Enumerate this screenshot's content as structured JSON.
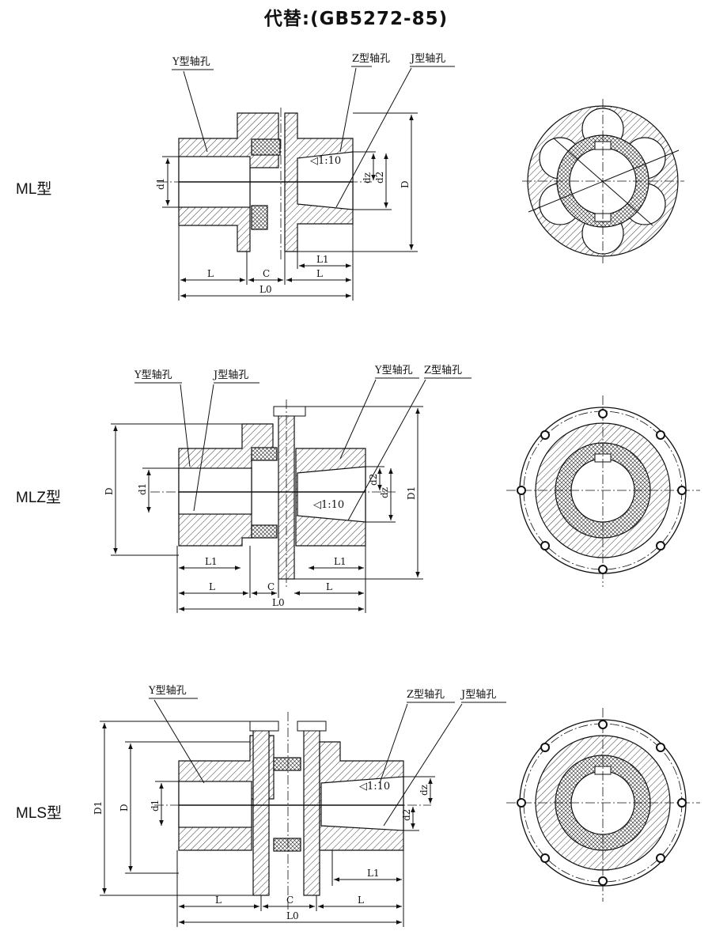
{
  "title": "代替:(GB5272-85)",
  "sections": [
    {
      "type_label": "ML型",
      "callouts": [
        "Y型轴孔",
        "Z型轴孔",
        "J型轴孔"
      ],
      "taper": "◁1:10",
      "dims": {
        "L_left": "L",
        "C": "C",
        "L_right": "L",
        "L0": "L0",
        "L1": "L1",
        "D": "D",
        "d1": "d1",
        "dz": "dz",
        "d2": "d2"
      }
    },
    {
      "type_label": "MLZ型",
      "callouts": [
        "Y型轴孔",
        "J型轴孔",
        "Y型轴孔",
        "Z型轴孔"
      ],
      "taper": "◁1:10",
      "dims": {
        "L1_left": "L1",
        "L1_right": "L1",
        "L_left": "L",
        "C": "C",
        "L_right": "L",
        "L0": "L0",
        "D": "D",
        "d1": "d1",
        "d2": "d2",
        "dz": "dz",
        "D1": "D1"
      }
    },
    {
      "type_label": "MLS型",
      "callouts": [
        "Y型轴孔",
        "Z型轴孔",
        "J型轴孔"
      ],
      "taper": "◁1:10",
      "dims": {
        "L1": "L1",
        "L_left": "L",
        "C": "C",
        "L_right": "L",
        "L0": "L0",
        "D1": "D1",
        "D": "D",
        "d1": "d1",
        "d2": "d2",
        "dz": "dz"
      }
    }
  ]
}
